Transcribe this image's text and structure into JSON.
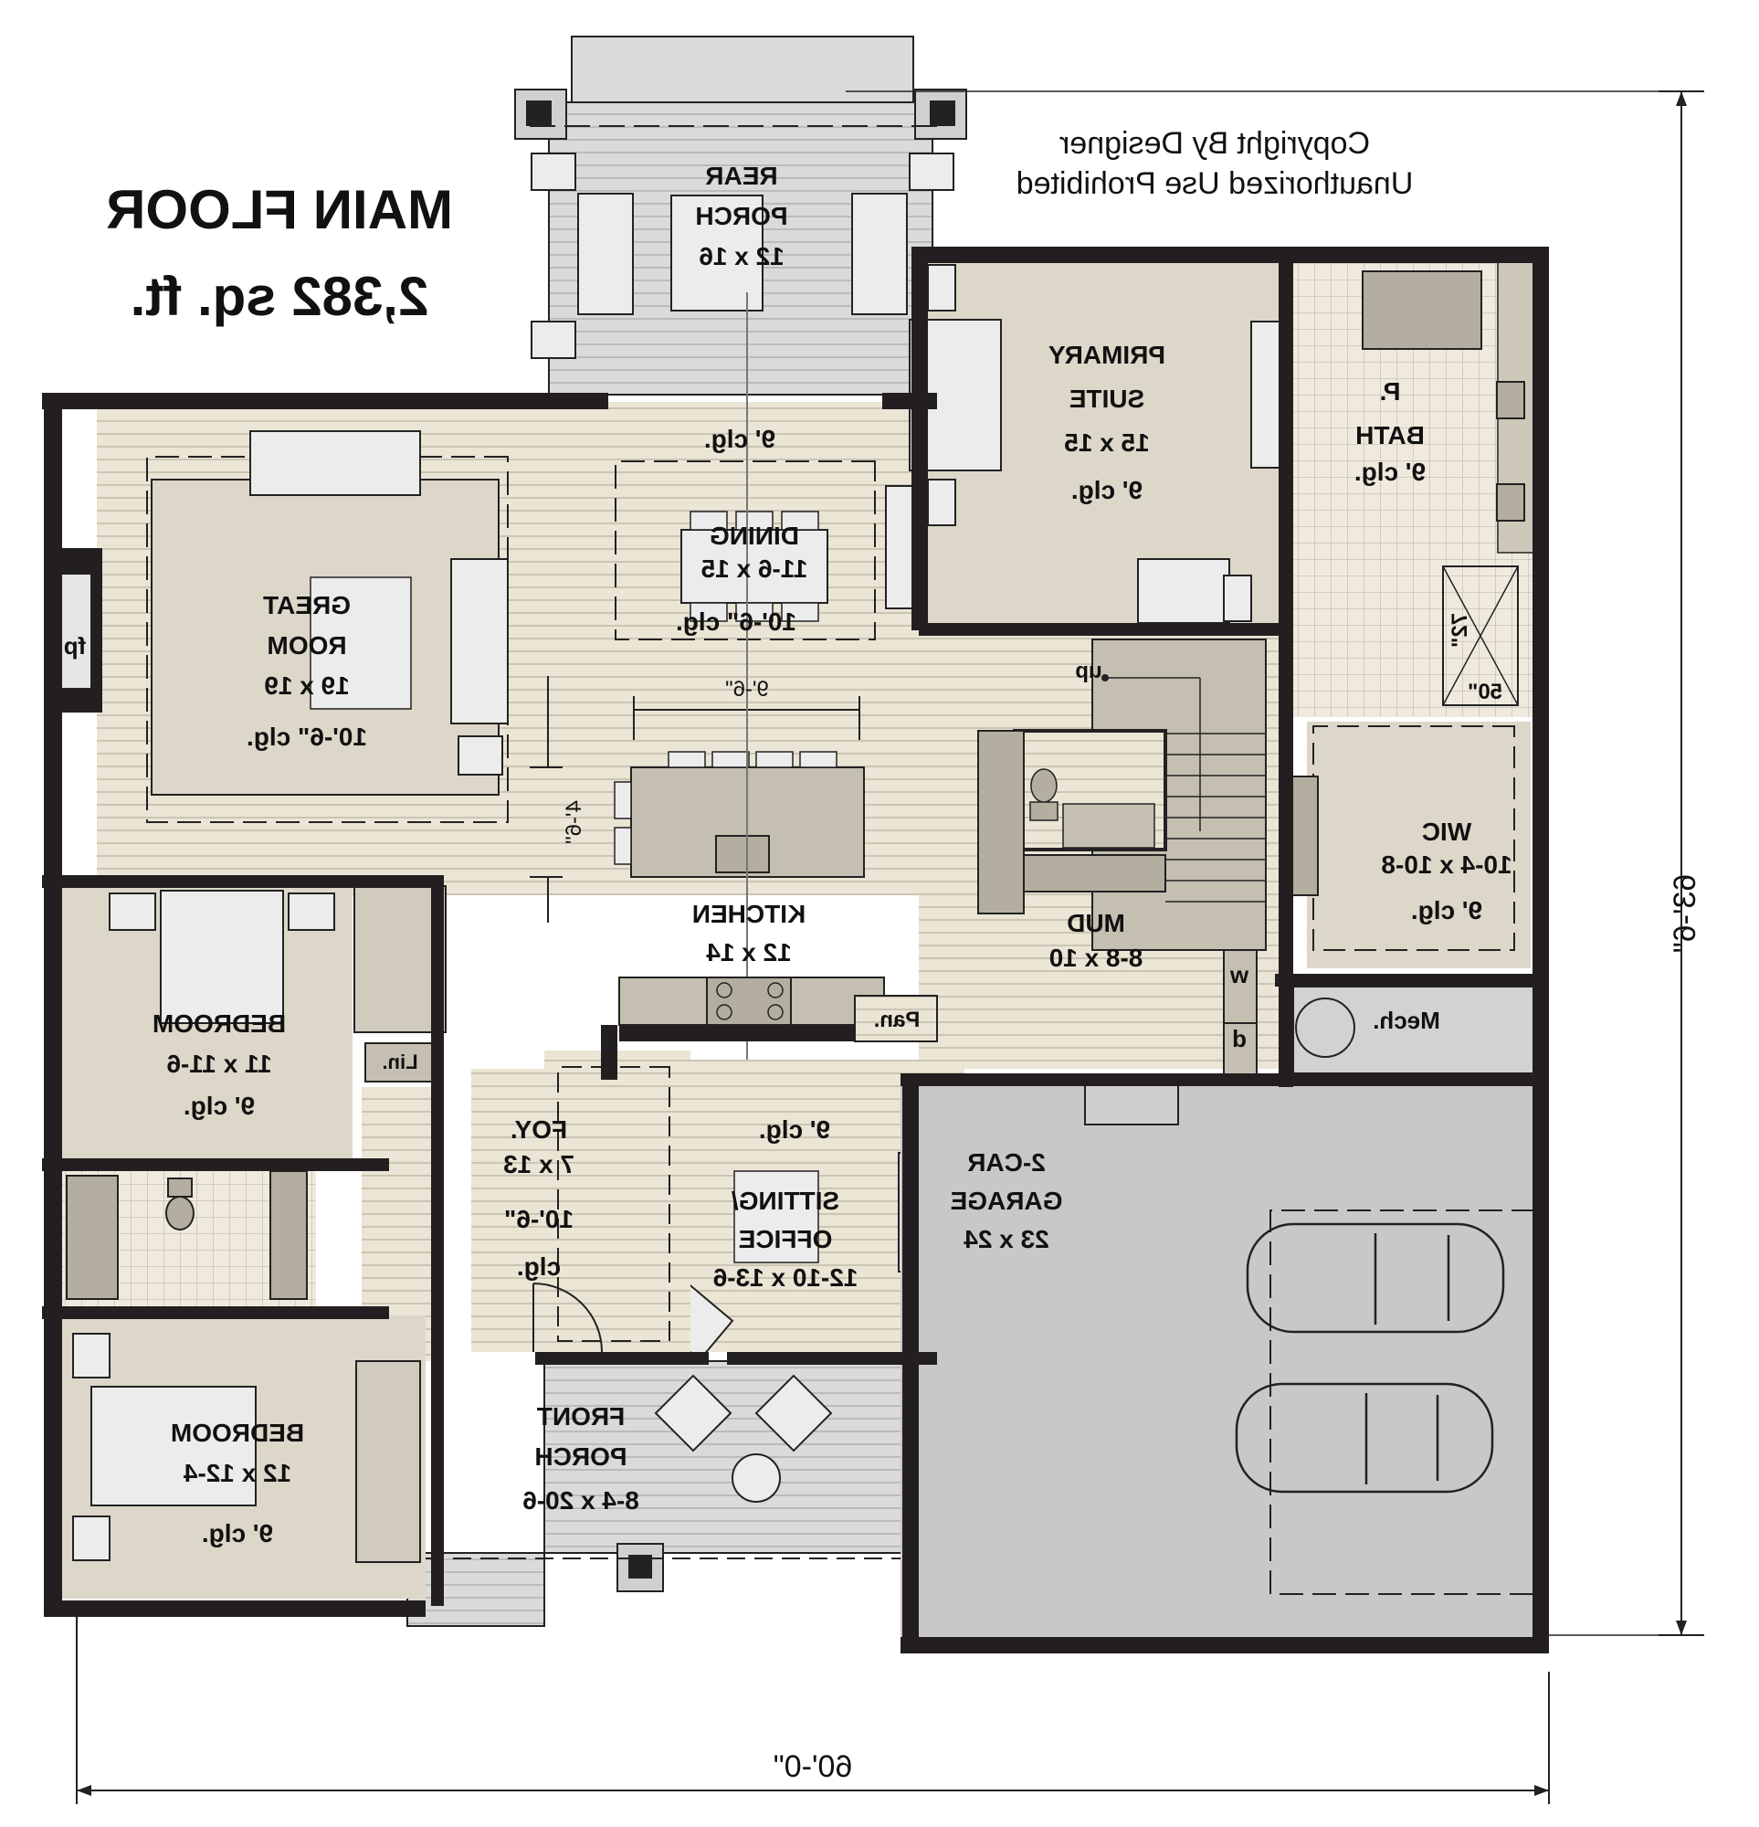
{
  "title": {
    "line1": "MAIN FLOOR",
    "line2": "2,382 sq. ft."
  },
  "copyright": {
    "line1": "Copyright By Designer",
    "line2": "Unauthorized Use Prohibited"
  },
  "dimensions": {
    "overall_width": "60'-0\"",
    "overall_depth": "63'-6\"",
    "island_length": "9'-6\"",
    "island_depth": "4'-6\"",
    "shower_width": "50\"",
    "shower_depth": "72\""
  },
  "rooms": {
    "rear_porch": {
      "name1": "REAR",
      "name2": "PORCH",
      "size": "12 x 16"
    },
    "primary_suite": {
      "name1": "PRIMARY",
      "name2": "SUITE",
      "size": "15 x 15",
      "ceiling": "9' clg."
    },
    "primary_bath": {
      "name1": "P.",
      "name2": "BATH",
      "ceiling": "9' clg."
    },
    "dining": {
      "name": "DINING",
      "size": "11-6 x 15",
      "ceiling_above": "9' clg.",
      "ceiling": "10'-6\" clg."
    },
    "great_room": {
      "name1": "GREAT",
      "name2": "ROOM",
      "size": "19 x 19",
      "ceiling": "10'-6\" clg."
    },
    "fireplace": {
      "label": "fp"
    },
    "stairs": {
      "label": "up"
    },
    "kitchen": {
      "name": "KITCHEN",
      "size": "12 x 14"
    },
    "wic": {
      "name": "WIC",
      "size": "10-4 x 10-8",
      "ceiling": "9' clg."
    },
    "mud": {
      "name": "MUD",
      "size": "8-8 x 10"
    },
    "washer": {
      "label": "w"
    },
    "dryer": {
      "label": "d"
    },
    "pantry": {
      "label": "Pan."
    },
    "mech": {
      "label": "Mech."
    },
    "bedroom1": {
      "name": "BEDROOM",
      "size": "11 x 11-6",
      "ceiling": "9' clg."
    },
    "linen": {
      "label": "Lin."
    },
    "foyer": {
      "name": "FOY.",
      "size": "7 x 13",
      "ceiling1": "10'-6\"",
      "ceiling2": "clg."
    },
    "sitting_office": {
      "name1": "SITTING/",
      "name2": "OFFICE",
      "size": "12-10 x 13-6",
      "ceiling": "9' clg."
    },
    "garage": {
      "name1": "2-CAR",
      "name2": "GARAGE",
      "size": "23 x 24"
    },
    "bedroom2": {
      "name": "BEDROOM",
      "size": "12 x 12-4",
      "ceiling": "9' clg."
    },
    "front_porch": {
      "name1": "FRONT",
      "name2": "PORCH",
      "size": "8-4 x 20-6"
    }
  },
  "colors": {
    "wall": "#231f20",
    "interior_floor": "#dcd7c8",
    "wood_floor": "#ebe5d5",
    "porch": "#d9d9d9",
    "garage": "#c8c8c8",
    "cabinet": "#b3ae9f",
    "furniture": "#ececec"
  }
}
